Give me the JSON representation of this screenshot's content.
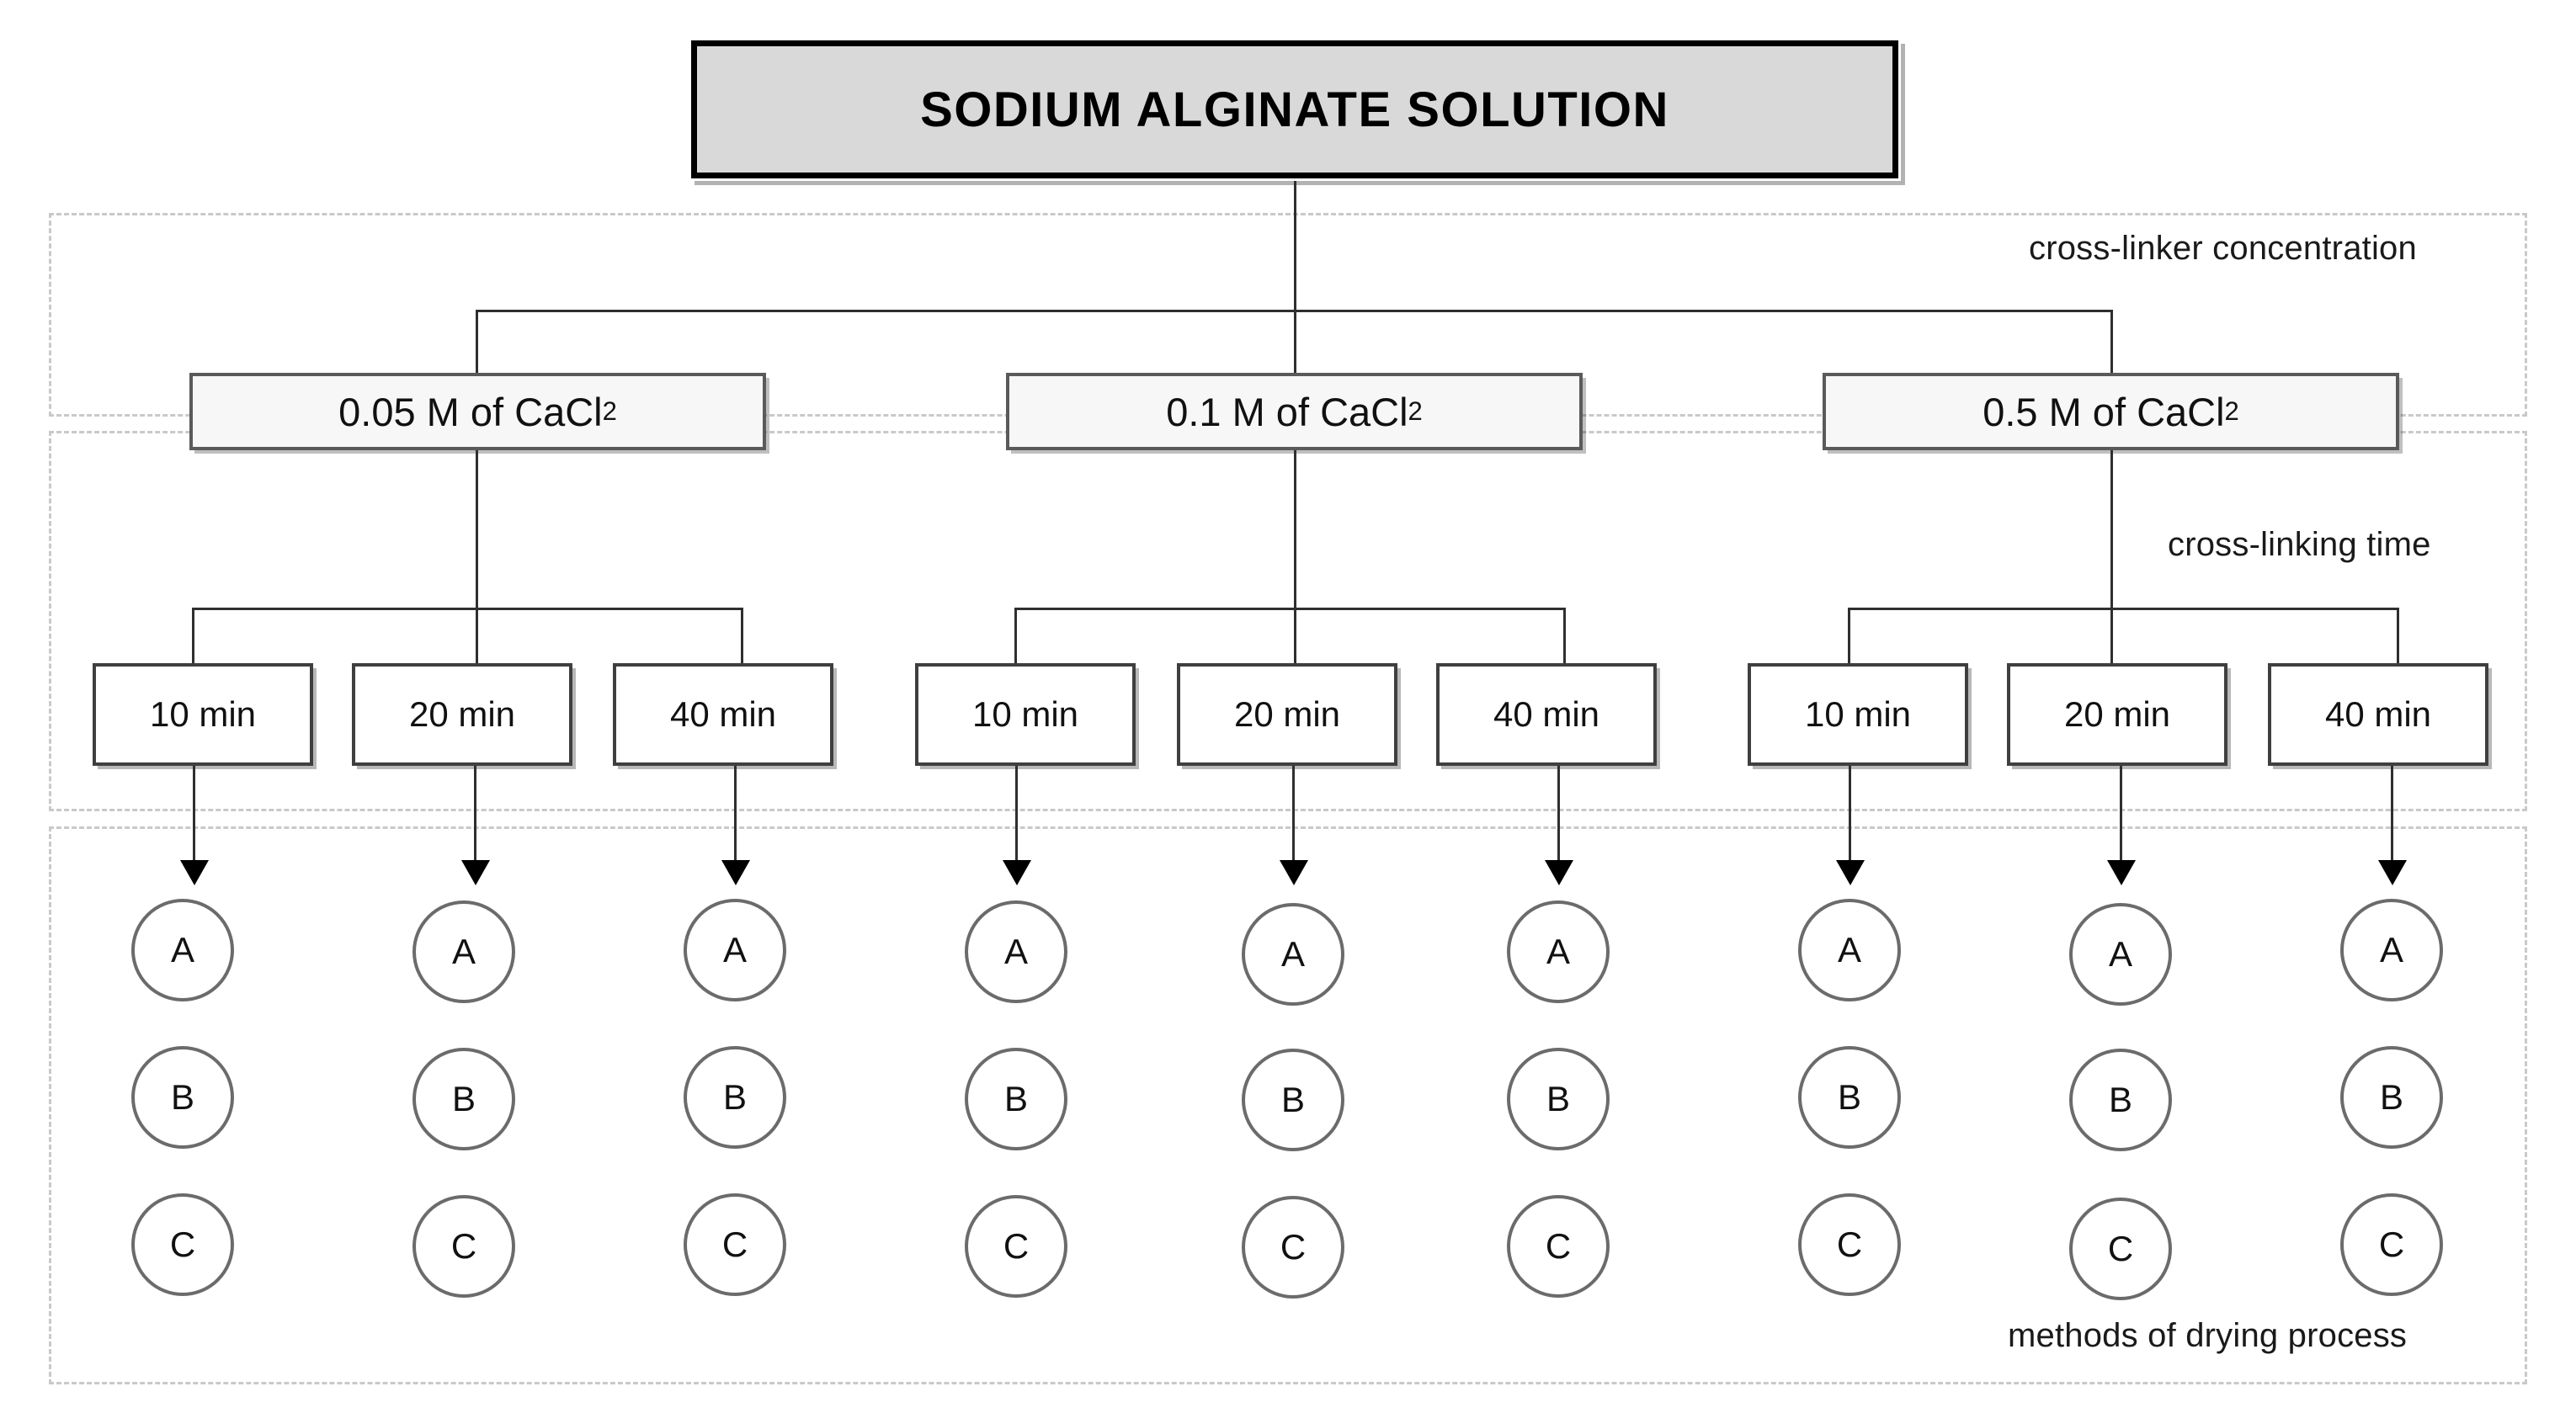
{
  "diagram": {
    "title": "SODIUM ALGINATE SOLUTION",
    "band_labels": {
      "concentration": "cross-linker concentration",
      "time": "cross-linking time",
      "drying": "methods of drying process"
    },
    "concentrations": [
      {
        "value": "0.05 M of CaCl",
        "sub": "2"
      },
      {
        "value": "0.1 M of CaCl",
        "sub": "2"
      },
      {
        "value": "0.5 M of CaCl",
        "sub": "2"
      }
    ],
    "times": [
      "10 min",
      "20 min",
      "40 min",
      "10 min",
      "20 min",
      "40 min",
      "10 min",
      "20 min",
      "40 min"
    ],
    "drying_methods": [
      "A",
      "B",
      "C"
    ],
    "columns": [
      {
        "times": [
          "10 min",
          "20 min",
          "40 min"
        ],
        "methods": [
          "A",
          "B",
          "C"
        ]
      },
      {
        "times": [
          "10 min",
          "20 min",
          "40 min"
        ],
        "methods": [
          "A",
          "B",
          "C"
        ]
      },
      {
        "times": [
          "10 min",
          "20 min",
          "40 min"
        ],
        "methods": [
          "A",
          "B",
          "C"
        ]
      }
    ],
    "colors": {
      "title_fill": "#d9d9d9",
      "conc_fill": "#f7f7f7",
      "time_fill": "#ffffff",
      "line": "#2f2f2f",
      "band_dash": "#c9c9c9",
      "circle_stroke": "#6b6b6b"
    }
  }
}
